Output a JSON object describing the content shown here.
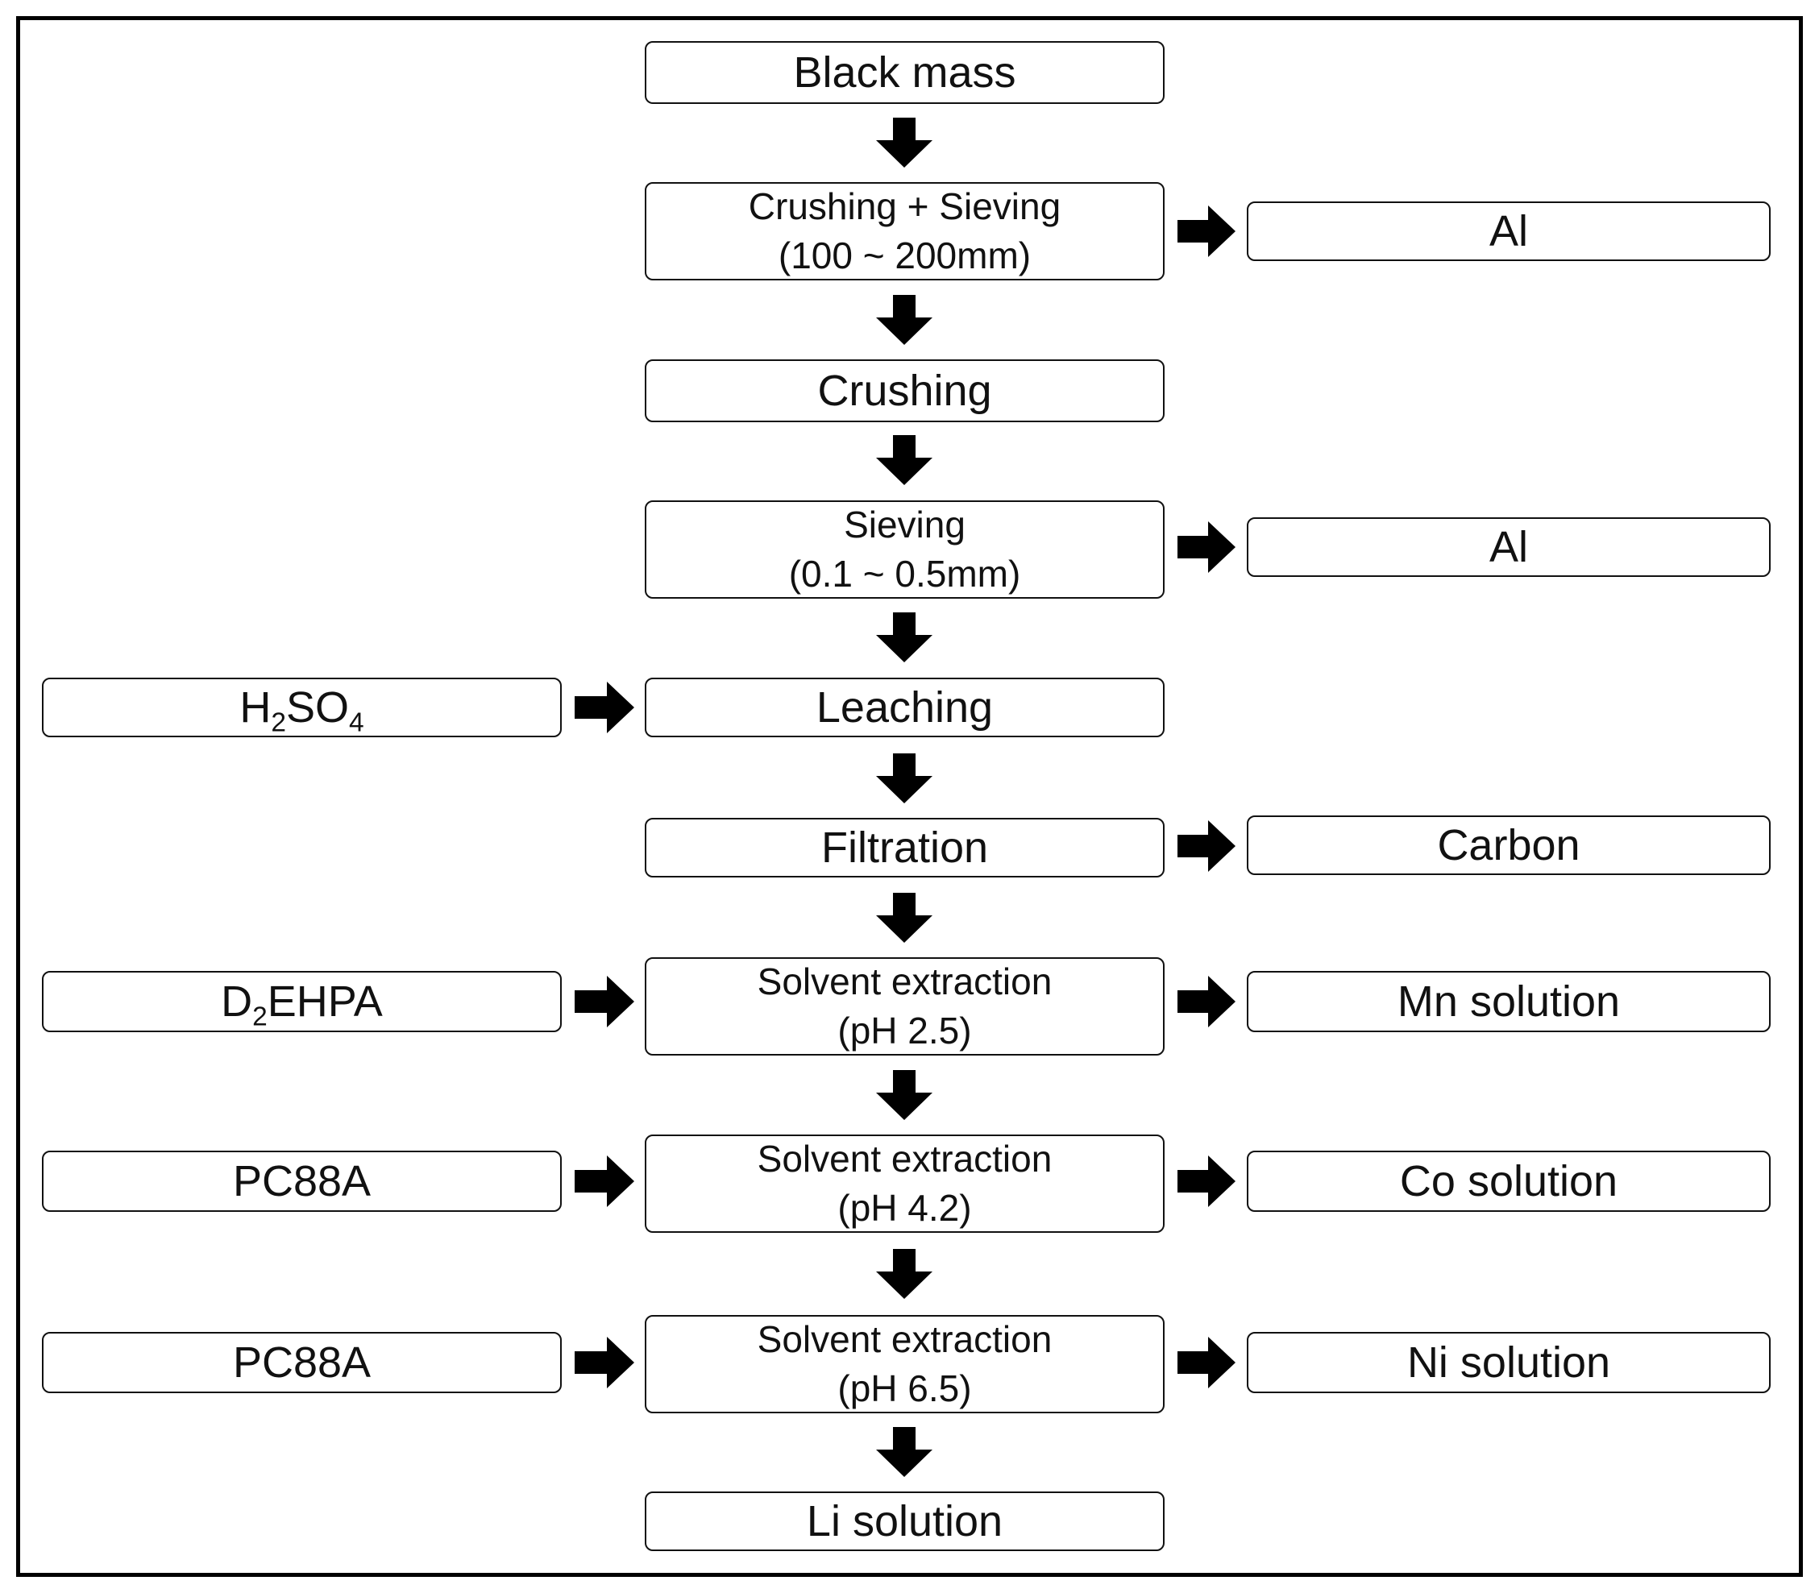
{
  "main_steps": [
    {
      "line1": "Black mass",
      "line2": ""
    },
    {
      "line1": "Crushing + Sieving",
      "line2": "(100 ~ 200mm)"
    },
    {
      "line1": "Crushing",
      "line2": ""
    },
    {
      "line1": "Sieving",
      "line2": "(0.1 ~ 0.5mm)"
    },
    {
      "line1": "Leaching",
      "line2": ""
    },
    {
      "line1": "Filtration",
      "line2": ""
    },
    {
      "line1": "Solvent extraction",
      "line2": "(pH 2.5)"
    },
    {
      "line1": "Solvent extraction",
      "line2": "(pH 4.2)"
    },
    {
      "line1": "Solvent extraction",
      "line2": "(pH 6.5)"
    },
    {
      "line1": "Li solution",
      "line2": ""
    }
  ],
  "inputs": {
    "leaching": {
      "pre": "H",
      "sub1": "2",
      "mid": "SO",
      "sub2": "4"
    },
    "sx1": {
      "pre": "D",
      "sub1": "2",
      "post": "EHPA"
    },
    "sx2": "PC88A",
    "sx3": "PC88A"
  },
  "outputs": {
    "crushing_sieving": "Al",
    "sieving": "Al",
    "filtration": "Carbon",
    "sx1": "Mn solution",
    "sx2": "Co solution",
    "sx3": "Ni solution"
  }
}
